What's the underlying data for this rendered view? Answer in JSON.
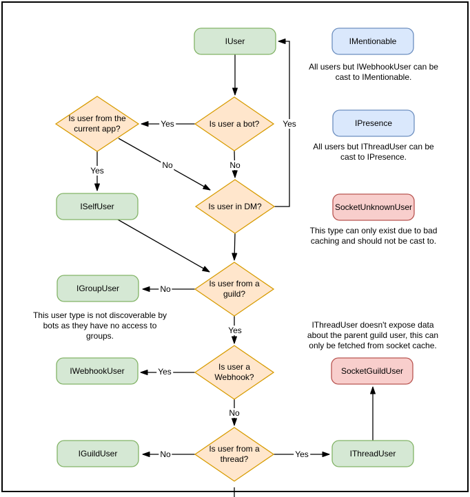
{
  "colors": {
    "interface_fill": "#d5e8d4",
    "interface_stroke": "#82b366",
    "decision_fill": "#ffe6cc",
    "decision_stroke": "#d79b00",
    "castable_fill": "#dae8fc",
    "castable_stroke": "#6c8ebf",
    "socket_fill": "#f8cecc",
    "socket_stroke": "#b85450",
    "edge": "#000000",
    "border": "#000000",
    "background": "#ffffff"
  },
  "nodes": {
    "iuser": "IUser",
    "imentionable": "IMentionable",
    "ipresence": "IPresence",
    "socketunknownuser": "SocketUnknownUser",
    "iselfuser": "ISelfUser",
    "igroupuser": "IGroupUser",
    "iwebhookuser": "IWebhookUser",
    "socketguilduser": "SocketGuildUser",
    "iguilduser": "IGuildUser",
    "ithreaduser": "IThreadUser"
  },
  "decisions": {
    "is_bot": "Is user a bot?",
    "current_app": "Is user from the\ncurrent app?",
    "in_dm": "Is user in DM?",
    "from_guild": "Is user from a\nguild?",
    "is_webhook": "Is user a\nWebhook?",
    "from_thread": "Is user from a\nthread?"
  },
  "edge_labels": {
    "bot_to_currentapp": "Yes",
    "dm_to_iuser": "Yes",
    "bot_to_dm": "No",
    "currentapp_to_dm": "No",
    "currentapp_to_iselfuser": "Yes",
    "guild_to_igroupuser": "No",
    "guild_to_webhook": "Yes",
    "webhook_to_iwebhookuser": "Yes",
    "webhook_to_thread": "No",
    "thread_to_iguilduser": "No",
    "thread_to_ithreaduser": "Yes"
  },
  "notes": {
    "imentionable": "All users but IWebhookUser can be\ncast to IMentionable.",
    "ipresence": "All users but IThreadUser can be\ncast to IPresence.",
    "socketunknownuser": "This type can only exist due to bad\ncaching and should not be cast to.",
    "igroupuser": "This user type is not discoverable by\nbots as they have no access to\ngroups.",
    "ithreaduser": "IThreadUser doesn't expose data\nabout the parent guild user, this can\nonly be fetched from socket cache."
  }
}
